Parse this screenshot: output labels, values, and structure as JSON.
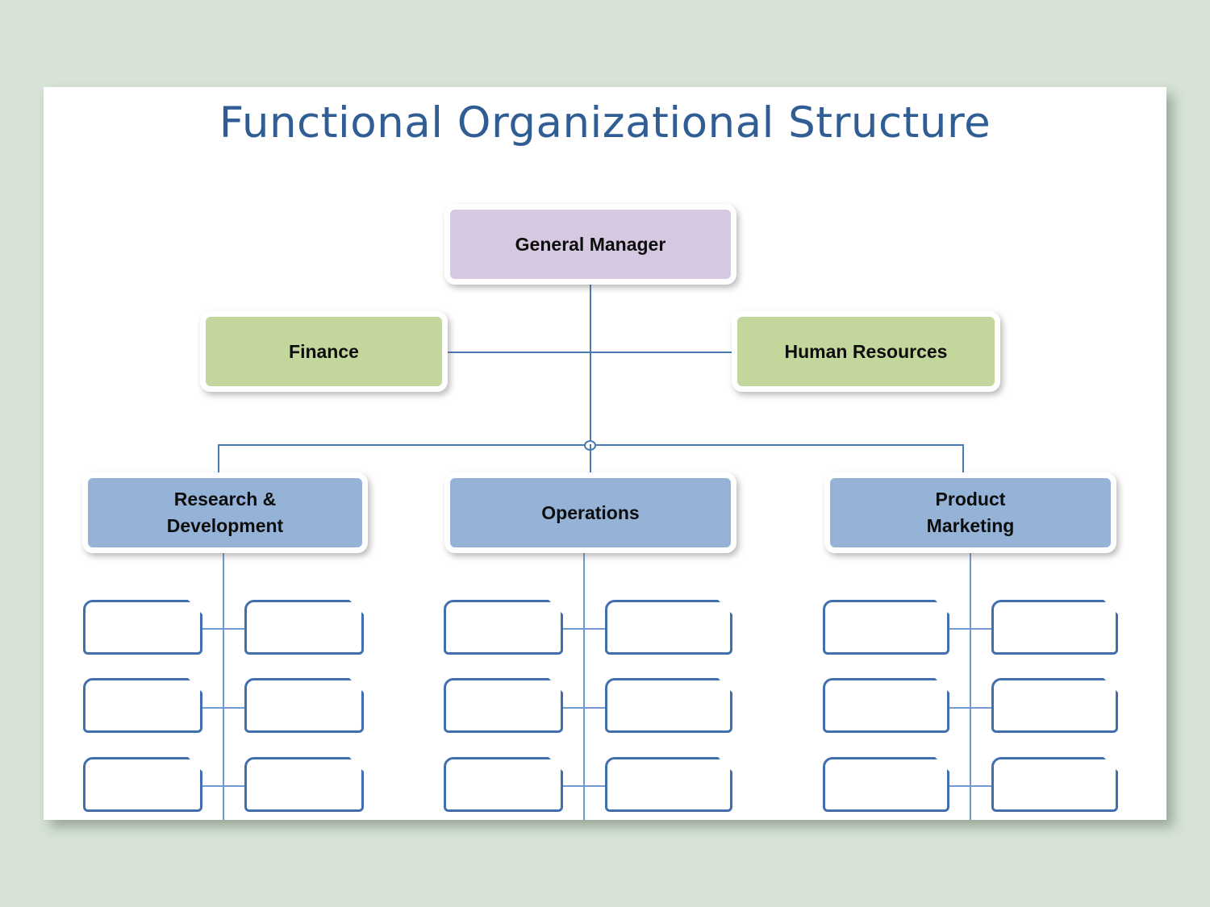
{
  "page": {
    "background_color": "#d6e3d6",
    "canvas_color": "#ffffff"
  },
  "chart": {
    "title": "Functional Organizational Structure",
    "title_color": "#2f5d94",
    "connector_color": "#4a7ab5",
    "type": "organizational-chart"
  },
  "nodes": {
    "executive": {
      "label": "General Manager",
      "fill": "#d5c8e0",
      "level": 1
    },
    "staff": [
      {
        "label": "Finance",
        "fill": "#c3d69b",
        "level": 2,
        "side": "left"
      },
      {
        "label": "Human Resources",
        "fill": "#c3d69b",
        "level": 2,
        "side": "right"
      }
    ],
    "divisions": [
      {
        "label": "Research & Development",
        "fill": "#95b3d7",
        "level": 3,
        "column": 1
      },
      {
        "label": "Operations",
        "fill": "#95b3d7",
        "level": 3,
        "column": 2
      },
      {
        "label": "Product Marketing",
        "fill": "#95b3d7",
        "level": 3,
        "column": 3
      }
    ],
    "empty_slots": {
      "count_per_division": 6,
      "rows": 3,
      "columns_per_row": 2,
      "label": "",
      "border_color": "#416fae",
      "fill": "#ffffff"
    }
  }
}
